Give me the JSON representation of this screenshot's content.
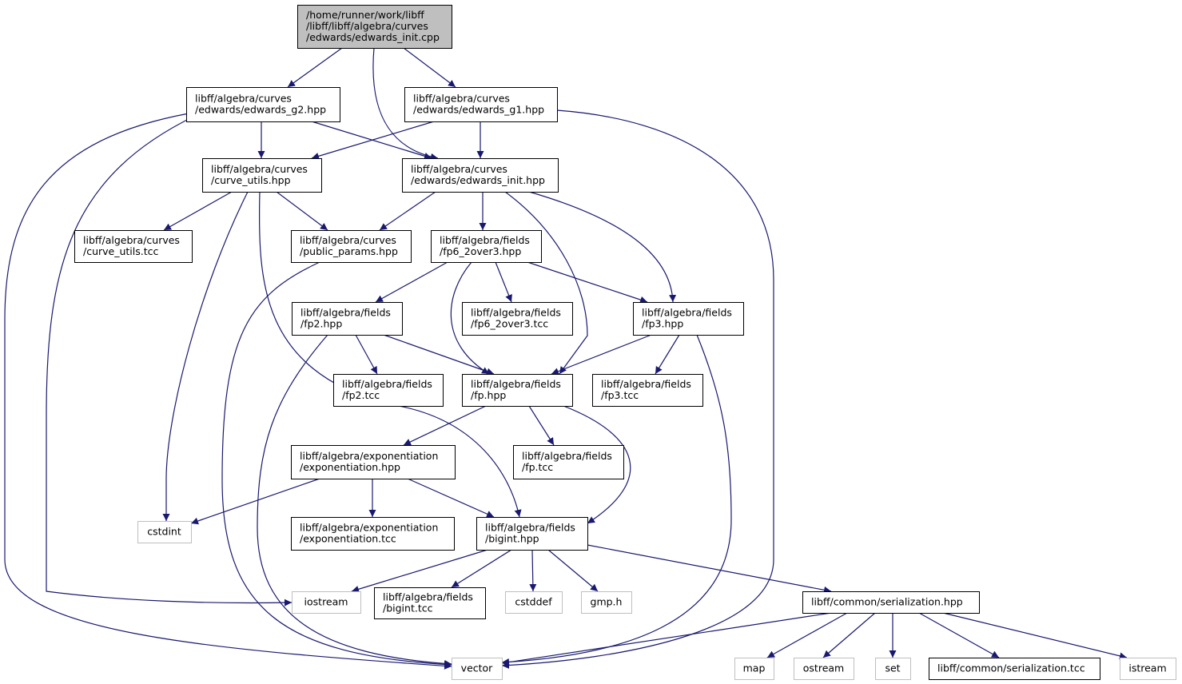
{
  "colors": {
    "edge": "#191970",
    "root_fill": "#bfbfbf",
    "system_border": "#bfbfbf",
    "node_border": "#000000"
  },
  "nodes": [
    {
      "id": "root",
      "kind": "root",
      "lines": [
        "/home/runner/work/libff",
        "/libff/libff/algebra/curves",
        "/edwards/edwards_init.cpp"
      ]
    },
    {
      "id": "g2",
      "kind": "file",
      "lines": [
        "libff/algebra/curves",
        "/edwards/edwards_g2.hpp"
      ]
    },
    {
      "id": "g1",
      "kind": "file",
      "lines": [
        "libff/algebra/curves",
        "/edwards/edwards_g1.hpp"
      ]
    },
    {
      "id": "cu",
      "kind": "file",
      "lines": [
        "libff/algebra/curves",
        "/curve_utils.hpp"
      ]
    },
    {
      "id": "ei",
      "kind": "file",
      "lines": [
        "libff/algebra/curves",
        "/edwards/edwards_init.hpp"
      ]
    },
    {
      "id": "cut",
      "kind": "file",
      "lines": [
        "libff/algebra/curves",
        "/curve_utils.tcc"
      ]
    },
    {
      "id": "pp",
      "kind": "file",
      "lines": [
        "libff/algebra/curves",
        "/public_params.hpp"
      ]
    },
    {
      "id": "fp6",
      "kind": "file",
      "lines": [
        "libff/algebra/fields",
        "/fp6_2over3.hpp"
      ]
    },
    {
      "id": "fp2",
      "kind": "file",
      "lines": [
        "libff/algebra/fields",
        "/fp2.hpp"
      ]
    },
    {
      "id": "fp6t",
      "kind": "file",
      "lines": [
        "libff/algebra/fields",
        "/fp6_2over3.tcc"
      ]
    },
    {
      "id": "fp3",
      "kind": "file",
      "lines": [
        "libff/algebra/fields",
        "/fp3.hpp"
      ]
    },
    {
      "id": "fp2t",
      "kind": "file",
      "lines": [
        "libff/algebra/fields",
        "/fp2.tcc"
      ]
    },
    {
      "id": "fp",
      "kind": "file",
      "lines": [
        "libff/algebra/fields",
        "/fp.hpp"
      ]
    },
    {
      "id": "fp3t",
      "kind": "file",
      "lines": [
        "libff/algebra/fields",
        "/fp3.tcc"
      ]
    },
    {
      "id": "exp",
      "kind": "file",
      "lines": [
        "libff/algebra/exponentiation",
        "/exponentiation.hpp"
      ]
    },
    {
      "id": "fpt",
      "kind": "file",
      "lines": [
        "libff/algebra/fields",
        "/fp.tcc"
      ]
    },
    {
      "id": "cstdint",
      "kind": "system",
      "lines": [
        "cstdint"
      ]
    },
    {
      "id": "expt",
      "kind": "file",
      "lines": [
        "libff/algebra/exponentiation",
        "/exponentiation.tcc"
      ]
    },
    {
      "id": "bi",
      "kind": "file",
      "lines": [
        "libff/algebra/fields",
        "/bigint.hpp"
      ]
    },
    {
      "id": "iostream",
      "kind": "system",
      "lines": [
        "iostream"
      ]
    },
    {
      "id": "bit",
      "kind": "file",
      "lines": [
        "libff/algebra/fields",
        "/bigint.tcc"
      ]
    },
    {
      "id": "cstddef",
      "kind": "system",
      "lines": [
        "cstddef"
      ]
    },
    {
      "id": "gmp",
      "kind": "system",
      "lines": [
        "gmp.h"
      ]
    },
    {
      "id": "ser",
      "kind": "file",
      "lines": [
        "libff/common/serialization.hpp"
      ]
    },
    {
      "id": "vector",
      "kind": "system",
      "lines": [
        "vector"
      ]
    },
    {
      "id": "map",
      "kind": "system",
      "lines": [
        "map"
      ]
    },
    {
      "id": "ostream",
      "kind": "system",
      "lines": [
        "ostream"
      ]
    },
    {
      "id": "set",
      "kind": "system",
      "lines": [
        "set"
      ]
    },
    {
      "id": "sert",
      "kind": "file",
      "lines": [
        "libff/common/serialization.tcc"
      ]
    },
    {
      "id": "istream",
      "kind": "system",
      "lines": [
        "istream"
      ]
    }
  ],
  "edges": [
    [
      "root",
      "g2"
    ],
    [
      "root",
      "g1"
    ],
    [
      "root",
      "ei"
    ],
    [
      "g2",
      "cu"
    ],
    [
      "g2",
      "ei"
    ],
    [
      "g2",
      "iostream"
    ],
    [
      "g2",
      "vector"
    ],
    [
      "g1",
      "cu"
    ],
    [
      "g1",
      "ei"
    ],
    [
      "g1",
      "vector"
    ],
    [
      "cu",
      "cut"
    ],
    [
      "cu",
      "pp"
    ],
    [
      "cu",
      "cstdint"
    ],
    [
      "cu",
      "bi"
    ],
    [
      "ei",
      "pp"
    ],
    [
      "ei",
      "fp6"
    ],
    [
      "ei",
      "fp"
    ],
    [
      "ei",
      "fp3"
    ],
    [
      "pp",
      "vector"
    ],
    [
      "fp6",
      "fp2"
    ],
    [
      "fp6",
      "fp6t"
    ],
    [
      "fp6",
      "fp3"
    ],
    [
      "fp6",
      "fp"
    ],
    [
      "fp2",
      "fp2t"
    ],
    [
      "fp2",
      "fp"
    ],
    [
      "fp2",
      "vector"
    ],
    [
      "fp3",
      "fp"
    ],
    [
      "fp3",
      "fp3t"
    ],
    [
      "fp3",
      "vector"
    ],
    [
      "fp",
      "exp"
    ],
    [
      "fp",
      "fpt"
    ],
    [
      "fp",
      "bi"
    ],
    [
      "exp",
      "cstdint"
    ],
    [
      "exp",
      "expt"
    ],
    [
      "exp",
      "bi"
    ],
    [
      "bi",
      "iostream"
    ],
    [
      "bi",
      "bit"
    ],
    [
      "bi",
      "cstddef"
    ],
    [
      "bi",
      "gmp"
    ],
    [
      "bi",
      "ser"
    ],
    [
      "ser",
      "vector"
    ],
    [
      "ser",
      "map"
    ],
    [
      "ser",
      "ostream"
    ],
    [
      "ser",
      "set"
    ],
    [
      "ser",
      "sert"
    ],
    [
      "ser",
      "istream"
    ]
  ]
}
